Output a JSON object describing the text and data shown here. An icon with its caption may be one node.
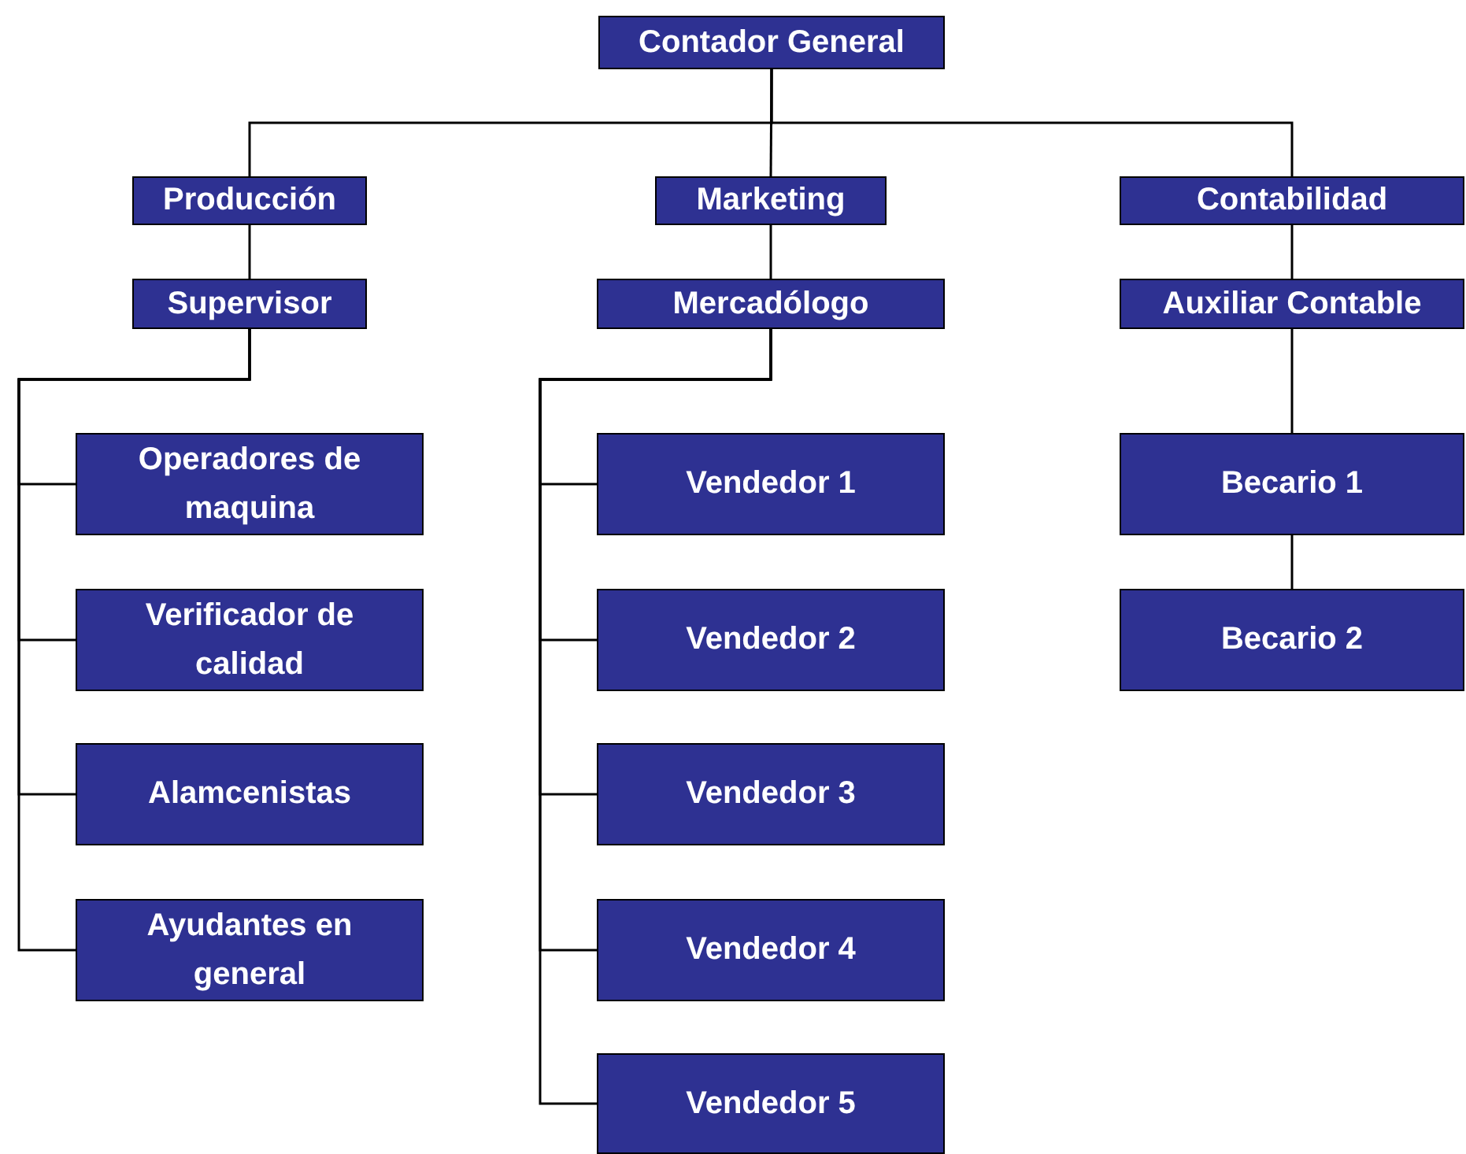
{
  "diagram": {
    "nodes": [
      {
        "text": [
          "Contador General"
        ]
      },
      {
        "text": [
          "Producción"
        ]
      },
      {
        "text": [
          "Marketing"
        ]
      },
      {
        "text": [
          "Contabilidad"
        ]
      },
      {
        "text": [
          "Supervisor"
        ]
      },
      {
        "text": [
          "Mercadólogo"
        ]
      },
      {
        "text": [
          "Auxiliar Contable"
        ]
      },
      {
        "text": [
          "Operadores de maquina"
        ]
      },
      {
        "text": [
          "Verificador de calidad"
        ]
      },
      {
        "text": [
          "Alamcenistas"
        ]
      },
      {
        "text": [
          "Ayudantes en general"
        ]
      },
      {
        "text": [
          "Vendedor 1"
        ]
      },
      {
        "text": [
          "Vendedor 2"
        ]
      },
      {
        "text": [
          "Vendedor 3"
        ]
      },
      {
        "text": [
          "Vendedor 4"
        ]
      },
      {
        "text": [
          "Vendedor 5"
        ]
      },
      {
        "text": [
          "Becario 1"
        ]
      },
      {
        "text": [
          "Becario 2"
        ]
      }
    ],
    "edges": [
      {
        "from": 0,
        "to": 1,
        "arrow": "none"
      },
      {
        "from": 0,
        "to": 2,
        "arrow": "none"
      },
      {
        "from": 0,
        "to": 3,
        "arrow": "none"
      },
      {
        "from": 1,
        "to": 4,
        "arrow": "none"
      },
      {
        "from": 2,
        "to": 5,
        "arrow": "none"
      },
      {
        "from": 3,
        "to": 6,
        "arrow": "none"
      },
      {
        "from": 4,
        "to": 7,
        "arrow": "none"
      },
      {
        "from": 4,
        "to": 8,
        "arrow": "none"
      },
      {
        "from": 4,
        "to": 9,
        "arrow": "none"
      },
      {
        "from": 4,
        "to": 10,
        "arrow": "none"
      },
      {
        "from": 5,
        "to": 11,
        "arrow": "none"
      },
      {
        "from": 5,
        "to": 12,
        "arrow": "none"
      },
      {
        "from": 5,
        "to": 13,
        "arrow": "none"
      },
      {
        "from": 5,
        "to": 14,
        "arrow": "none"
      },
      {
        "from": 5,
        "to": 15,
        "arrow": "none"
      },
      {
        "from": 6,
        "to": 16,
        "arrow": "none"
      },
      {
        "from": 16,
        "to": 17,
        "arrow": "none"
      }
    ]
  }
}
